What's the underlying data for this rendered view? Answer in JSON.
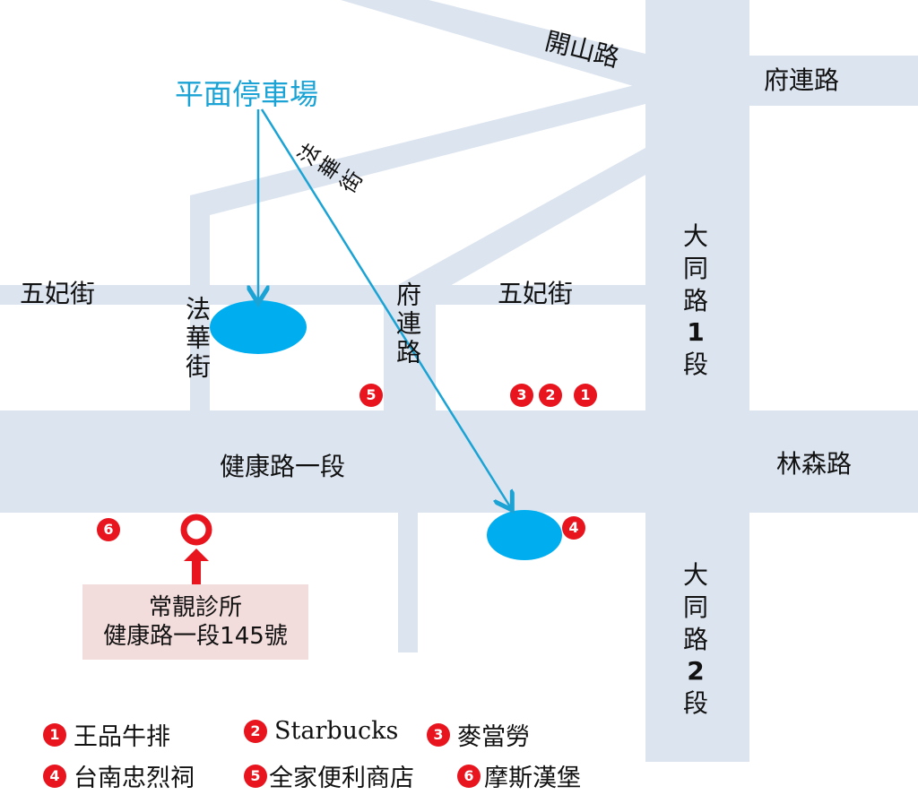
{
  "parking_label": "平面停車場",
  "roads": {
    "kaishan": "開山路",
    "fulian_top": "府連路",
    "fahua_diag": "法華街",
    "wufei_left": "五妃街",
    "fahua_vertical": "法華街",
    "fulian_vertical": "府連路",
    "wufei_right": "五妃街",
    "datong_1": [
      "大",
      "同",
      "路",
      "1",
      "段"
    ],
    "jiankang": "健康路一段",
    "linsen": "林森路",
    "datong_2": [
      "大",
      "同",
      "路",
      "2",
      "段"
    ]
  },
  "clinic": {
    "name": "常靚診所",
    "address": "健康路一段145號"
  },
  "badges_on_map": [
    "5",
    "3",
    "2",
    "1",
    "4",
    "6"
  ],
  "legend": [
    {
      "num": "1",
      "label": "王品牛排"
    },
    {
      "num": "2",
      "label": "Starbucks"
    },
    {
      "num": "3",
      "label": "麥當勞"
    },
    {
      "num": "4",
      "label": "台南忠烈祠"
    },
    {
      "num": "5",
      "label": "全家便利商店"
    },
    {
      "num": "6",
      "label": "摩斯漢堡"
    }
  ],
  "colors": {
    "road": "#dbe4ef",
    "parking": "#00aeef",
    "arrow": "#1aa3d4",
    "badge": "#e8141e",
    "clinic_marker": "#e8141e",
    "clinic_box": "#f3dcdc"
  }
}
